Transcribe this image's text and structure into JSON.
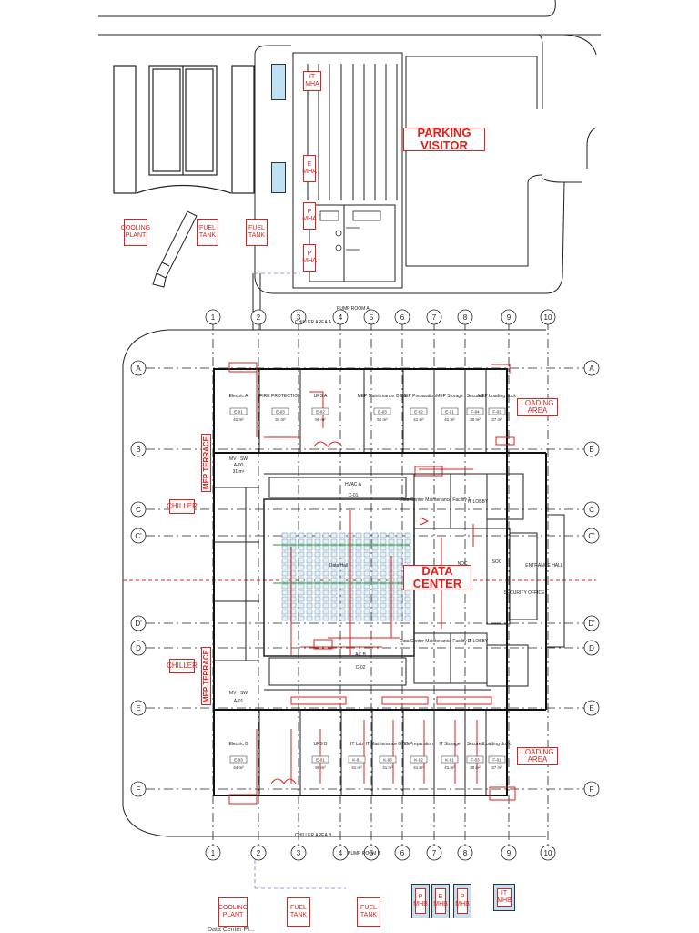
{
  "labels": {
    "parking_visitor": "PARKING VISITOR",
    "data_center": "DATA CENTER",
    "loading_area_a": "LOADING AREA",
    "loading_area_b": "LOADING AREA",
    "mep_terrace_a": "MEP TERRACE",
    "mep_terrace_b": "MEP TERRACE",
    "chiller_1": "CHILLER",
    "chiller_2": "CHILLER",
    "cooling_plant_top": "COOLING PLANT",
    "fuel_tank_top_1": "FUEL TANK",
    "fuel_tank_top_2": "FUEL TANK",
    "cooling_plant_bottom": "COOLING PLANT",
    "fuel_tank_bottom_1": "FUEL TANK",
    "fuel_tank_bottom_2": "FUEL TANK",
    "it_mha": "IT MHA",
    "e_mha": "E MHA",
    "p_mha_1": "P MHA",
    "p_mha_2": "P MHA",
    "p_mhb": "P MHB",
    "e_mhb": "E MHB",
    "p_mhb_2": "P MHB",
    "it_mhb": "IT MHB",
    "pump_room_a": "PUMP ROOM A",
    "pump_room_b": "PUMP ROOM B",
    "chiller_area_a": "CHILLER AREA A",
    "chiller_area_b": "CHILLER AREA B",
    "caption": "Data Center Pl..."
  },
  "grid": {
    "columns": [
      "1",
      "2",
      "3",
      "4",
      "5",
      "6",
      "7",
      "8",
      "9",
      "10"
    ],
    "rows": [
      "A",
      "B",
      "C",
      "C'",
      "D'",
      "D",
      "E",
      "F"
    ]
  },
  "rooms_top": [
    {
      "name": "Electric A",
      "code": "E-01",
      "area": "41 m²"
    },
    {
      "name": "FIRE PROTECTION",
      "code": "E-03",
      "area": "34 m²"
    },
    {
      "name": "UPS A",
      "code": "E-02",
      "area": "90 m²"
    },
    {
      "name": "MEP Maintenance Office",
      "code": "E-03",
      "area": "52 m²"
    },
    {
      "name": "MEP Preparation",
      "code": "E-02",
      "area": "41 m²"
    },
    {
      "name": "MEP Storage",
      "code": "E-01",
      "area": "41 m²"
    },
    {
      "name": "Secured",
      "code": "F-04",
      "area": "30 m²"
    },
    {
      "name": "MEP Loading dock",
      "code": "F-02",
      "area": "27 m²"
    }
  ],
  "rooms_bottom": [
    {
      "name": "Electric B",
      "code": "E-03",
      "area": "44 m²"
    },
    {
      "name": "UPS B",
      "code": "E-01",
      "area": "90 m²"
    },
    {
      "name": "IT Lab",
      "code": "K-01",
      "area": "41 m²"
    },
    {
      "name": "IT Maintenance Office",
      "code": "K-03",
      "area": "41 m²"
    },
    {
      "name": "IT Preparation",
      "code": "K-02",
      "area": "41 m²"
    },
    {
      "name": "IT Storage",
      "code": "K-01",
      "area": "41 m²"
    },
    {
      "name": "Secured",
      "code": "F-03",
      "area": "30 m²"
    },
    {
      "name": "Loading dock",
      "code": "F-01",
      "area": "27 m²"
    }
  ],
  "misc_labels": {
    "mv_sw_a": "MV - SW",
    "mv_sw_a_code": "A-00",
    "mv_sw_a_area": "31 m²",
    "mv_sw_b": "MV - SW",
    "mv_sw_b_code": "A-01",
    "hvac_a": "HVAC A",
    "hvac_a_code": "C-01",
    "ac_b": "AC B",
    "ac_b_code": "C-02",
    "dc_facility_1": "Data Center Maintenance Facility 1",
    "dc_facility_2": "Data Center Maintenance Facility 2",
    "it_lobby_1": "IT LOBBY",
    "it_lobby_2": "IT LOBBY",
    "noc": "NOC",
    "soc": "SOC",
    "entrance_hall": "ENTRANCE HALL",
    "security_office": "SECURITY OFFICE",
    "data_hall": "Data Hall"
  }
}
